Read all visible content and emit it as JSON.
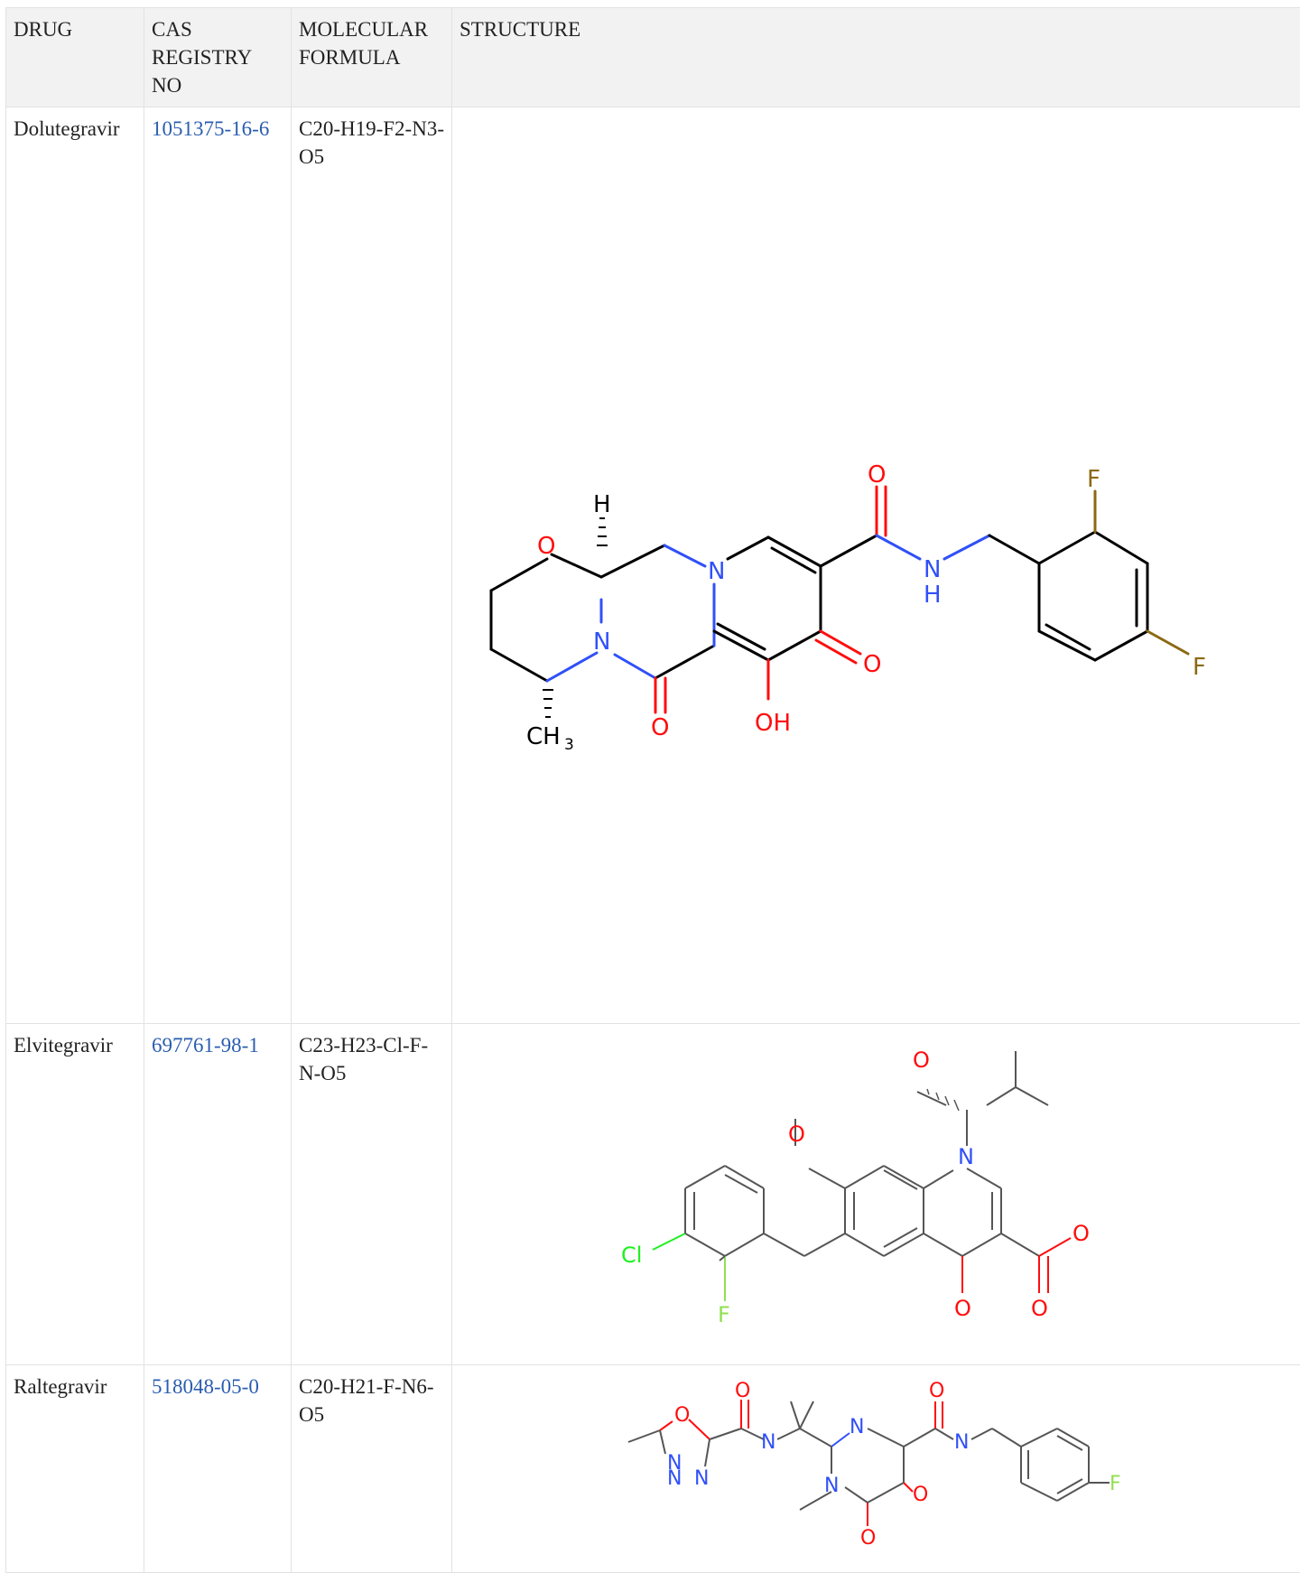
{
  "table": {
    "headers": [
      "DRUG",
      "CAS REGISTRY NO",
      "MOLECULAR FORMULA",
      "STRUCTURE"
    ],
    "rows": [
      {
        "drug": "Dolutegravir",
        "cas": "1051375-16-6",
        "formula": "C20-H19-F2-N3-O5"
      },
      {
        "drug": "Elvitegravir",
        "cas": "697761-98-1",
        "formula": "C23-H23-Cl-F-N-O5"
      },
      {
        "drug": "Raltegravir",
        "cas": "518048-05-0",
        "formula": "C20-H21-F-N6-O5"
      }
    ]
  },
  "structures": {
    "atom_labels": {
      "O": "O",
      "N": "N",
      "H": "H",
      "F": "F",
      "Cl": "Cl",
      "OH": "OH",
      "CH": "CH",
      "sub3": "3"
    },
    "colors": {
      "bond": "#000000",
      "oxygen": "#ff0d0d",
      "nitrogen": "#3050f8",
      "fluorine_dark": "#8b6914",
      "fluorine_light": "#90e050",
      "chlorine": "#1ff01f",
      "light_bond": "#555555"
    }
  }
}
